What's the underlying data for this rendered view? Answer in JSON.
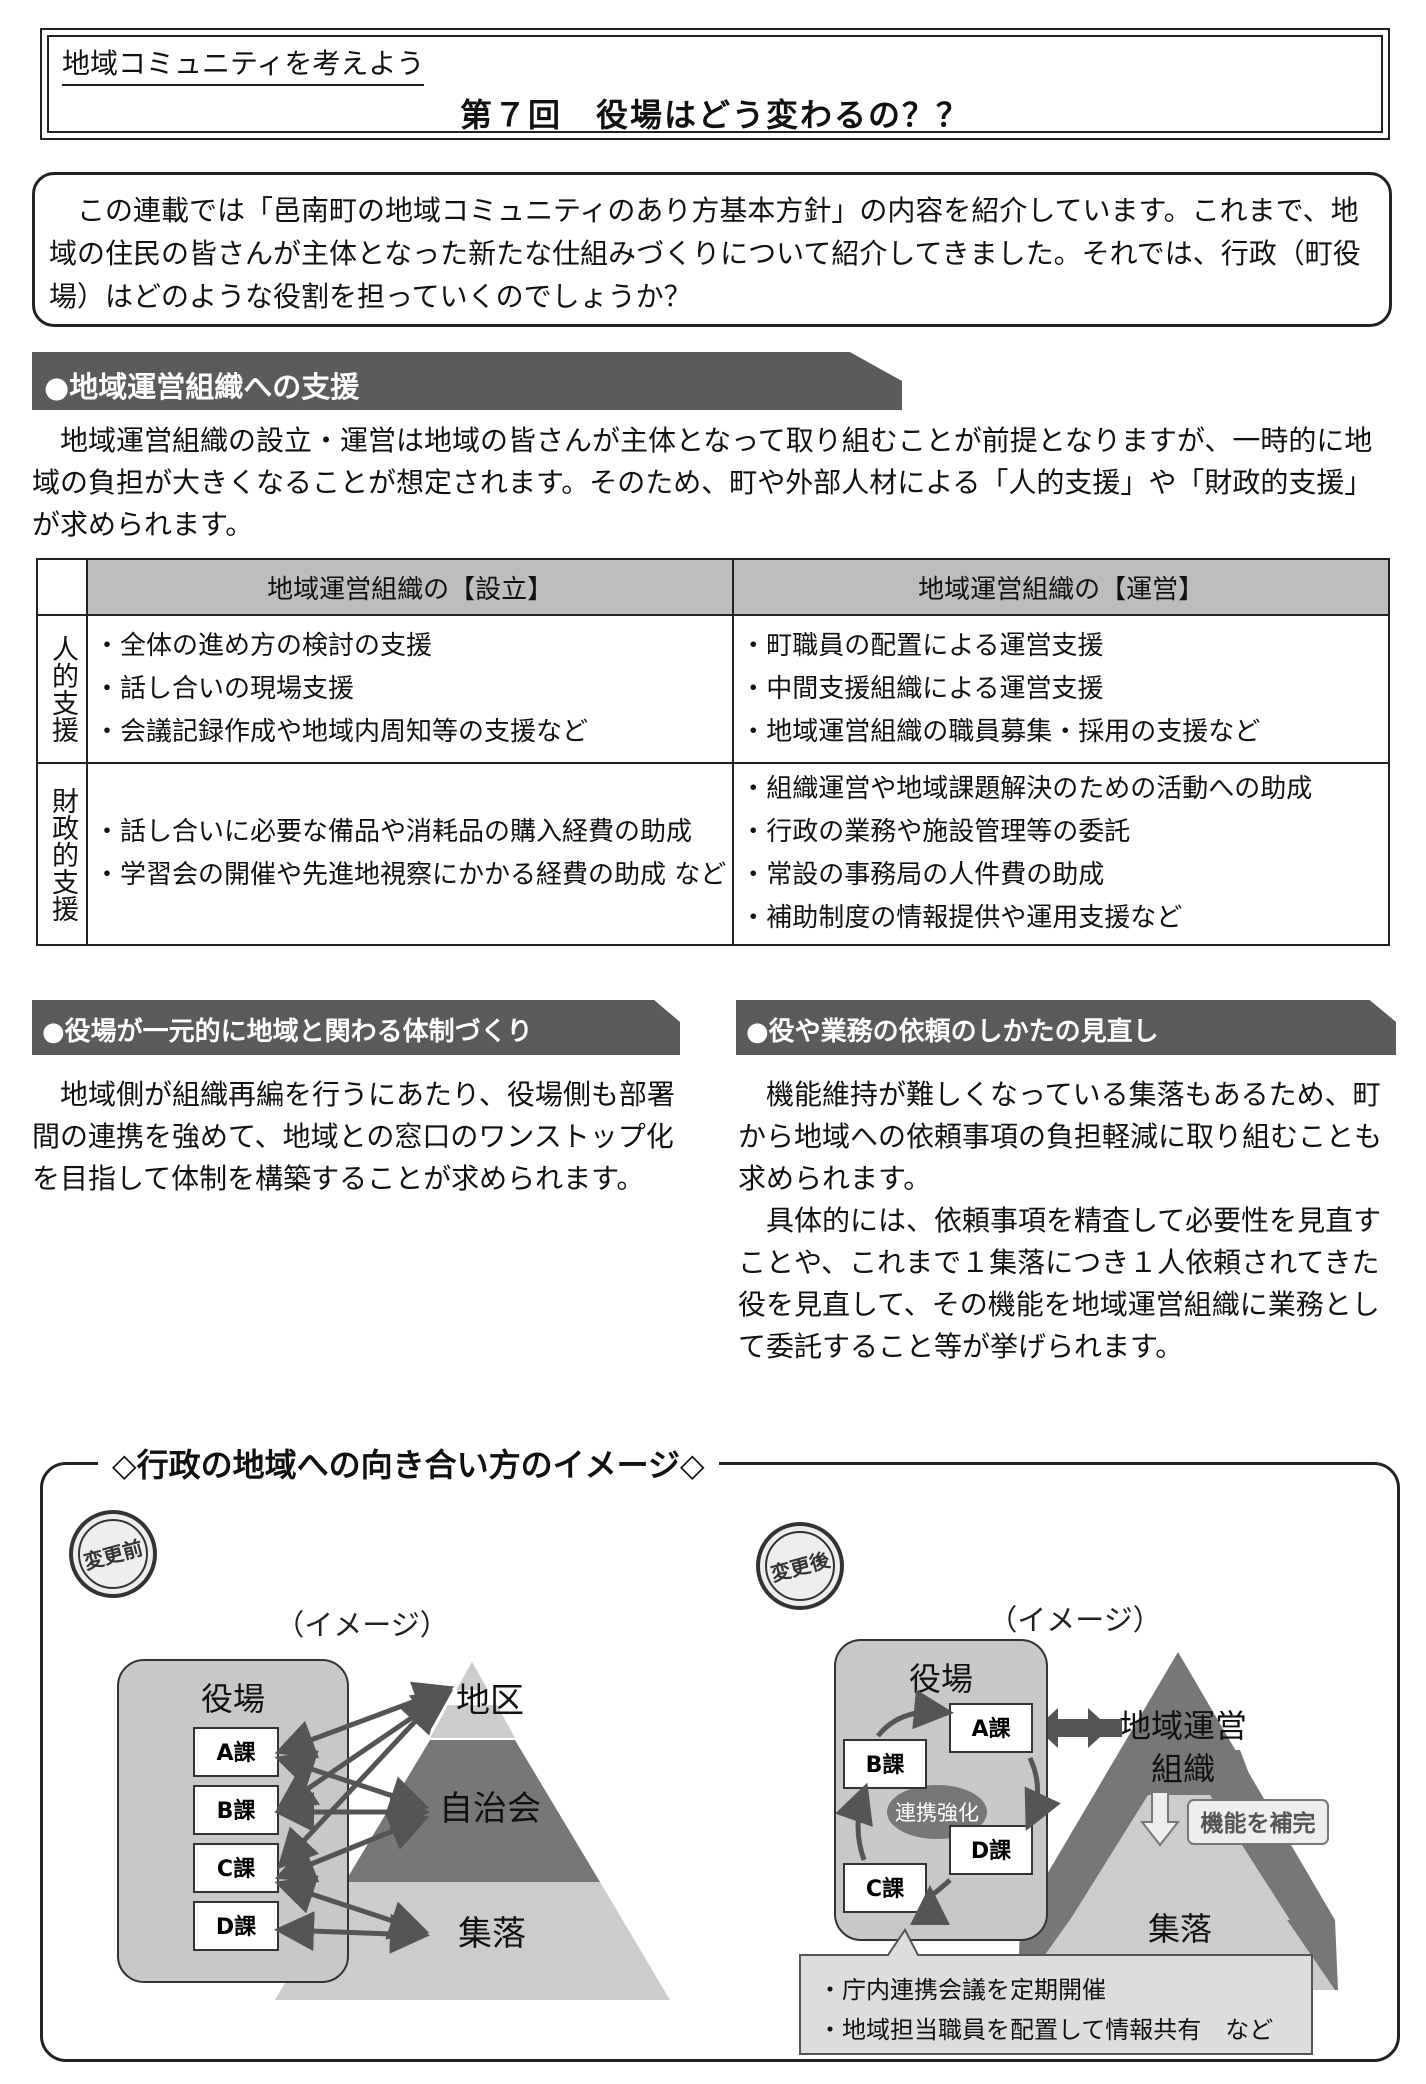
{
  "header": {
    "series": "地域コミュニティを考えよう",
    "title": "第７回　役場はどう変わるの？？"
  },
  "intro": {
    "text": "この連載では「邑南町の地域コミュニティのあり方基本方針」の内容を紹介しています。これまで、地域の住民の皆さんが主体となった新たな仕組みづくりについて紹介してきました。それでは、行政（町役場）はどのような役割を担っていくのでしょうか？"
  },
  "section1": {
    "heading": "●地域運営組織への支援",
    "body": "地域運営組織の設立・運営は地域の皆さんが主体となって取り組むことが前提となりますが、一時的に地域の負担が大きくなることが想定されます。そのため、町や外部人材による「人的支援」や「財政的支援」が求められます。"
  },
  "table": {
    "headers": [
      "地域運営組織の【設立】",
      "地域運営組織の【運営】"
    ],
    "rows": [
      {
        "label": "人的支援",
        "setup": [
          "・全体の進め方の検討の支援",
          "・話し合いの現場支援",
          "・会議記録作成や地域内周知等の支援など"
        ],
        "operation": [
          "・町職員の配置による運営支援",
          "・中間支援組織による運営支援",
          "・地域運営組織の職員募集・採用の支援など"
        ]
      },
      {
        "label": "財政的支援",
        "setup": [
          "・話し合いに必要な備品や消耗品の購入経費の助成",
          "・学習会の開催や先進地視察にかかる経費の助成 など"
        ],
        "operation": [
          "・組織運営や地域課題解決のための活動への助成",
          "・行政の業務や施設管理等の委託",
          "・常設の事務局の人件費の助成",
          "・補助制度の情報提供や運用支援など"
        ]
      }
    ]
  },
  "section2": {
    "heading": "●役場が一元的に地域と関わる体制づくり",
    "body": "地域側が組織再編を行うにあたり、役場側も部署間の連携を強めて、地域との窓口のワンストップ化を目指して体制を構築することが求められます。"
  },
  "section3": {
    "heading": "●役や業務の依頼のしかたの見直し",
    "body1": "機能維持が難しくなっている集落もあるため、町から地域への依頼事項の負担軽減に取り組むことも求められます。",
    "body2": "具体的には、依頼事項を精査して必要性を見直すことや、これまで１集落につき１人依頼されてきた役を見直して、その機能を地域運営組織に業務として委託すること等が挙げられます。"
  },
  "diagram": {
    "title": "◇行政の地域への向き合い方のイメージ◇",
    "before": {
      "stamp": "変更前",
      "caption": "（イメージ）",
      "office": "役場",
      "sections": [
        "A課",
        "B課",
        "C課",
        "D課"
      ],
      "levels": [
        "地区",
        "自治会",
        "集落"
      ]
    },
    "after": {
      "stamp": "変更後",
      "caption": "（イメージ）",
      "office": "役場",
      "sections": [
        "A課",
        "B課",
        "C課",
        "D課"
      ],
      "center": "連携強化",
      "org_line1": "地域運営",
      "org_line2": "組織",
      "supplement": "機能を補完",
      "village": "集落",
      "notes": [
        "・庁内連携会議を定期開催",
        "・地域担当職員を配置して情報共有　など"
      ]
    }
  }
}
